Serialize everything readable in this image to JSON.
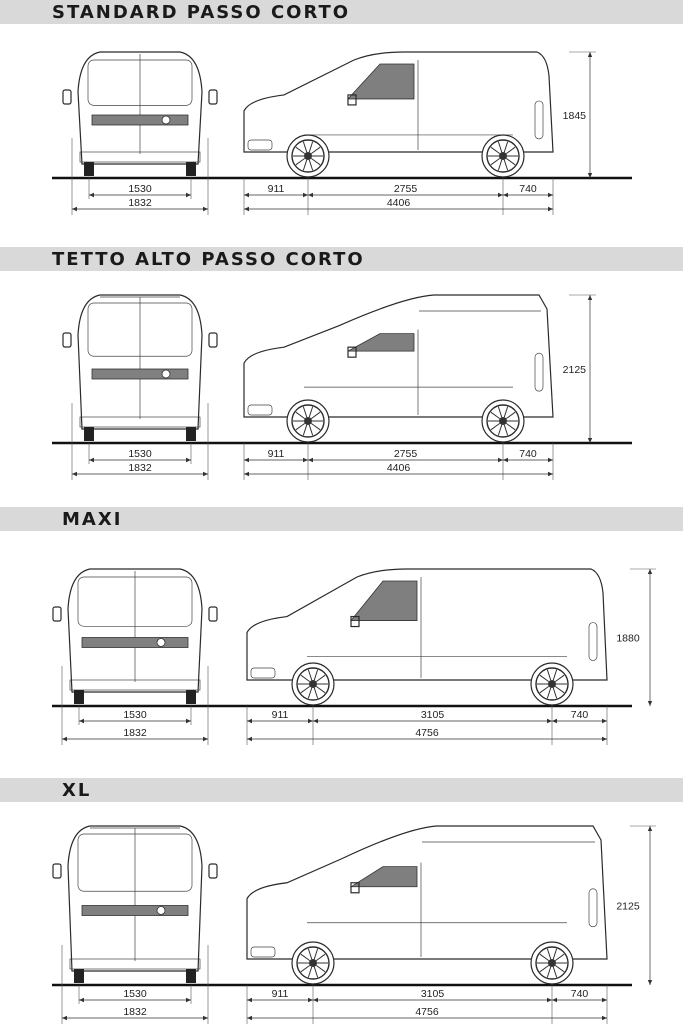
{
  "sections": [
    {
      "title": "STANDARD PASSO CORTO",
      "rear_track": "1530",
      "rear_width": "1832",
      "front_overhang": "911",
      "wheelbase": "2755",
      "rear_overhang": "740",
      "length": "4406",
      "height": "1845",
      "roof": "standard"
    },
    {
      "title": "TETTO ALTO PASSO CORTO",
      "rear_track": "1530",
      "rear_width": "1832",
      "front_overhang": "911",
      "wheelbase": "2755",
      "rear_overhang": "740",
      "length": "4406",
      "height": "2125",
      "roof": "high"
    },
    {
      "title": "MAXI",
      "rear_track": "1530",
      "rear_width": "1832",
      "front_overhang": "911",
      "wheelbase": "3105",
      "rear_overhang": "740",
      "length": "4756",
      "height": "1880",
      "roof": "standard"
    },
    {
      "title": "XL",
      "rear_track": "1530",
      "rear_width": "1832",
      "front_overhang": "911",
      "wheelbase": "3105",
      "rear_overhang": "740",
      "length": "4756",
      "height": "2125",
      "roof": "high"
    }
  ],
  "colors": {
    "title_bar": "#d9d9d9",
    "glass": "#7f7f7f",
    "ink": "#2a2a2a"
  }
}
